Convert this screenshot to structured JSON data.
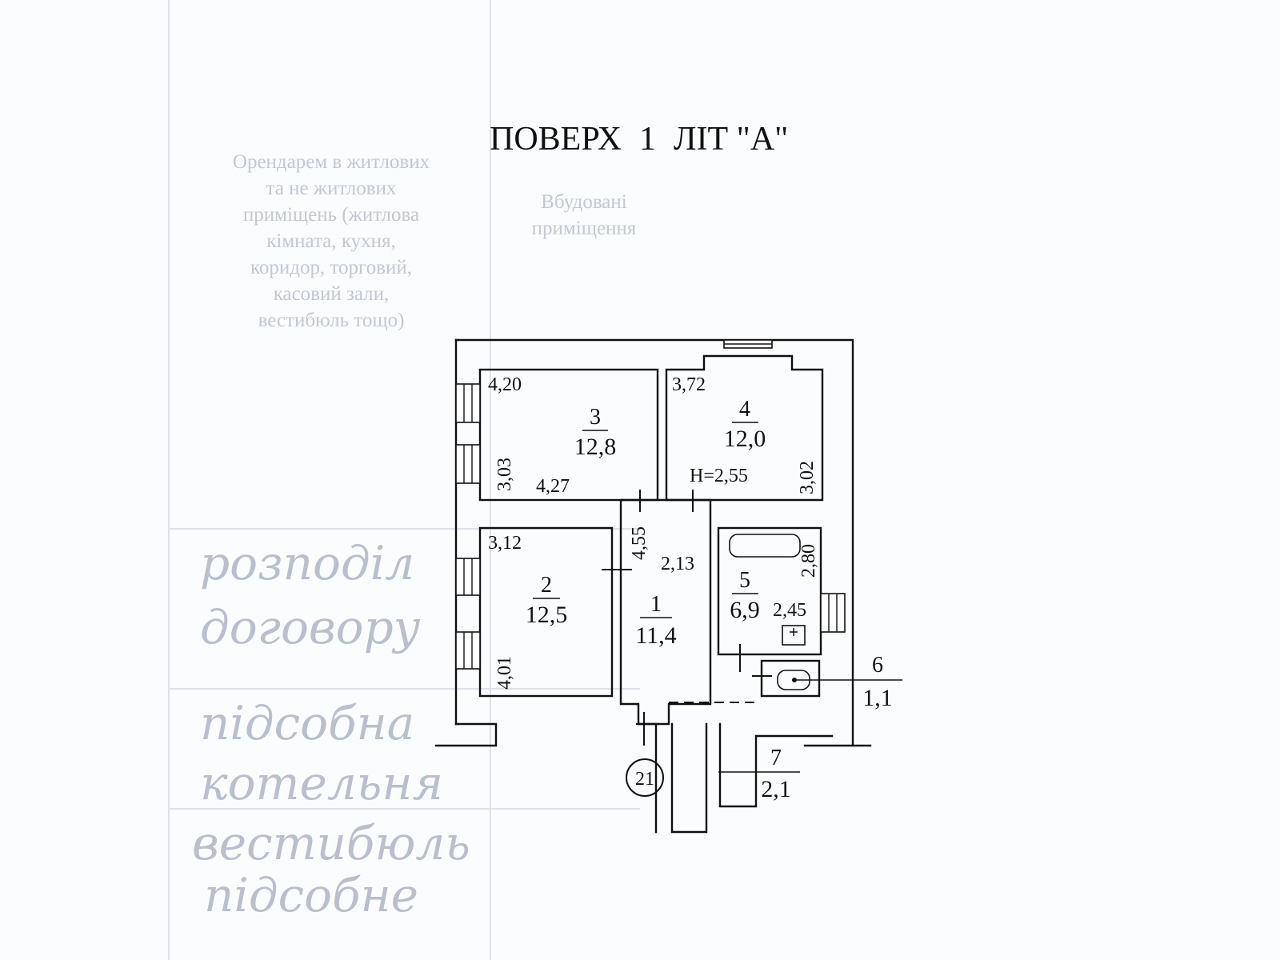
{
  "header": {
    "title_part1": "ПОВЕРХ",
    "title_part2": "1",
    "title_part3": "ЛІТ \"А\""
  },
  "faint_background_text": {
    "block1": "Орендарем  в  житлових\nта  не  житлових\nприміщень (житлова\nкімната, кухня,\nкоридор, торговий,\nкасовий зали,\nвестибюль тощо)",
    "block2": "Вбудовані\nприміщення"
  },
  "rooms": [
    {
      "id": "1",
      "area": "11,4"
    },
    {
      "id": "2",
      "area": "12,5"
    },
    {
      "id": "3",
      "area": "12,8"
    },
    {
      "id": "4",
      "area": "12,0"
    },
    {
      "id": "5",
      "area": "6,9"
    },
    {
      "id": "6",
      "area": "1,1"
    },
    {
      "id": "7",
      "area": "2,1"
    }
  ],
  "dimensions": {
    "room3_width_top": "4,20",
    "room3_width_bottom": "4,27",
    "room3_height": "3,03",
    "room4_width": "3,72",
    "room4_height": "3,02",
    "ceiling_height": "H=2,55",
    "room2_width": "3,12",
    "room2_height": "4,01",
    "room1_length": "4,55",
    "room1_width": "2,13",
    "room5_height": "2,80",
    "room5_width": "2,45"
  },
  "stair_marker": "21",
  "handwriting": [
    "розподіл",
    "договору",
    "підсобна",
    "котельня",
    "вестибюль",
    "підсобне"
  ],
  "colors": {
    "line": "#111111",
    "paper": "#fbfcfe",
    "ghost": "#c3c8d3"
  }
}
